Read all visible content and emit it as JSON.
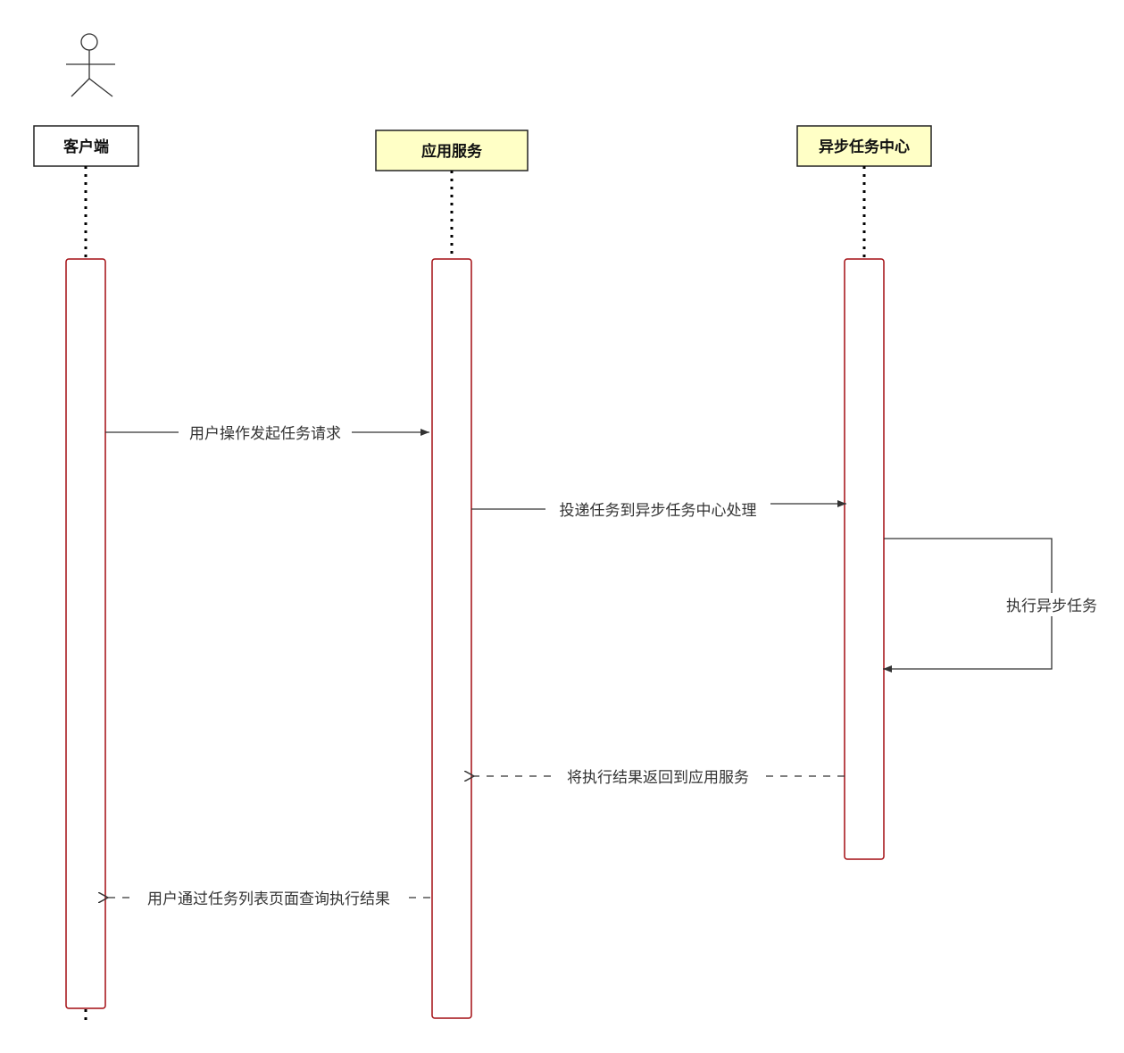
{
  "colors": {
    "activation_border": "#a30d12",
    "header_fill_plain": "#ffffff",
    "header_fill_highlight": "#ffffc6",
    "line": "#333333"
  },
  "actor_icon": "stick-figure-icon",
  "participants": [
    {
      "id": "client",
      "label": "客户端",
      "highlight": false
    },
    {
      "id": "app",
      "label": "应用服务",
      "highlight": true
    },
    {
      "id": "async",
      "label": "异步任务中心",
      "highlight": true
    }
  ],
  "messages": [
    {
      "from": "client",
      "to": "app",
      "label": "用户操作发起任务请求",
      "style": "solid"
    },
    {
      "from": "app",
      "to": "async",
      "label": "投递任务到异步任务中心处理",
      "style": "solid"
    },
    {
      "from": "async",
      "to": "async",
      "label": "执行异步任务",
      "style": "self"
    },
    {
      "from": "async",
      "to": "app",
      "label": "将执行结果返回到应用服务",
      "style": "dashed"
    },
    {
      "from": "app",
      "to": "client",
      "label": "用户通过任务列表页面查询执行结果",
      "style": "dashed"
    }
  ]
}
